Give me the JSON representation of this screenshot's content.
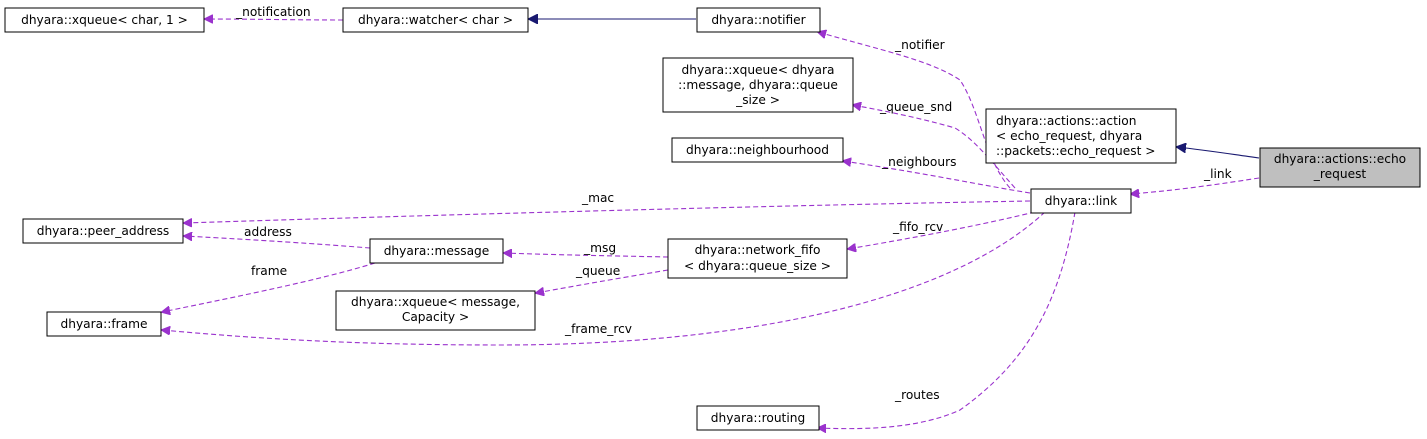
{
  "colors": {
    "usage_edge": "#9a32cd",
    "inheritance_edge": "#191970",
    "node_border": "#000000",
    "focus_node_fill": "#bfbfbf",
    "background": "#ffffff"
  },
  "nodes": {
    "xqueue_char": [
      "dhyara::xqueue< char, 1 >"
    ],
    "watcher_char": [
      "dhyara::watcher< char >"
    ],
    "notifier": [
      "dhyara::notifier"
    ],
    "xqueue_message_queue_size": [
      "dhyara::xqueue< dhyara",
      "::message, dhyara::queue",
      "_size >"
    ],
    "neighbourhood": [
      "dhyara::neighbourhood"
    ],
    "action": [
      "dhyara::actions::action",
      "< echo_request, dhyara",
      "::packets::echo_request >"
    ],
    "echo_request": [
      "dhyara::actions::echo",
      "_request"
    ],
    "link": [
      "dhyara::link"
    ],
    "peer_address": [
      "dhyara::peer_address"
    ],
    "message": [
      "dhyara::message"
    ],
    "network_fifo": [
      "dhyara::network_fifo",
      "< dhyara::queue_size >"
    ],
    "frame": [
      "dhyara::frame"
    ],
    "xqueue_message_capacity": [
      "dhyara::xqueue< message,",
      "Capacity >"
    ],
    "routing": [
      "dhyara::routing"
    ]
  },
  "edge_labels": {
    "notification": "_notification",
    "notifier": "_notifier",
    "queue_snd": "_queue_snd",
    "neighbours": "_neighbours",
    "link": "_link",
    "mac": "_mac",
    "address": "address",
    "msg": "_msg",
    "fifo_rcv": "_fifo_rcv",
    "frame": "frame",
    "queue": "_queue",
    "frame_rcv": "_frame_rcv",
    "routes": "_routes"
  }
}
